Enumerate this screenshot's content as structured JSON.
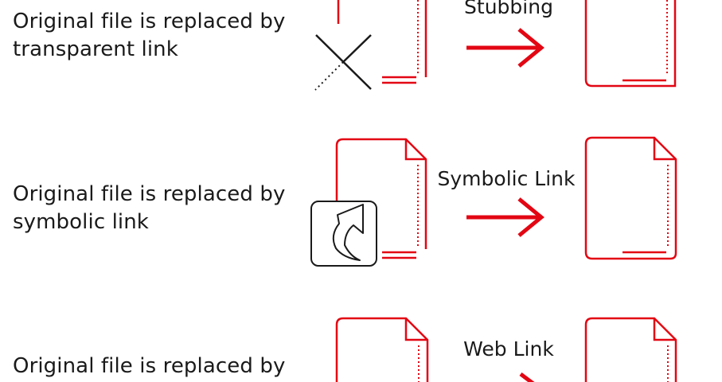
{
  "colors": {
    "accent": "#e30613",
    "ink": "#1a1a1a"
  },
  "rows": [
    {
      "description_lines": [
        "Original file is replaced by",
        "transparent link"
      ],
      "method": "Stubbing",
      "source_overlay_icon": "broken-link-cross-icon"
    },
    {
      "description_lines": [
        "Original file is replaced by",
        "symbolic link"
      ],
      "method": "Symbolic Link",
      "source_overlay_icon": "shortcut-arrow-icon"
    },
    {
      "description_lines": [
        "Original file is replaced by"
      ],
      "method": "Web Link",
      "source_overlay_icon": ""
    }
  ]
}
